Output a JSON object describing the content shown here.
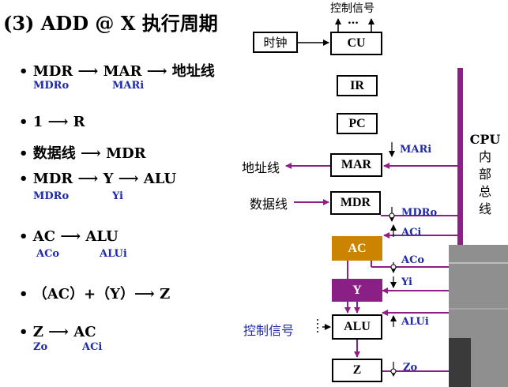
{
  "title": "(3) ADD @ X  执行周期",
  "steps": [
    {
      "text": "• MDR ⟶ MAR ⟶  地址线",
      "signals": [
        "MDRo",
        "MARi"
      ]
    },
    {
      "text": "• 1 ⟶ R",
      "signals": []
    },
    {
      "text": "• 数据线 ⟶ MDR",
      "signals": []
    },
    {
      "text": "• MDR ⟶ Y ⟶ ALU",
      "signals": [
        "MDRo",
        "Yi"
      ]
    },
    {
      "text": "• AC ⟶ ALU",
      "signals": [
        "ACo",
        "ALUi"
      ]
    },
    {
      "text": "• （AC）+（Y）⟶ Z",
      "signals": []
    },
    {
      "text": "• Z ⟶ AC",
      "signals": [
        "Zo",
        "ACi"
      ]
    }
  ],
  "diagram": {
    "top_label": "控制信号",
    "top_ellipsis": "…",
    "clock": "时钟",
    "registers": {
      "cu": "CU",
      "ir": "IR",
      "pc": "PC",
      "mar": "MAR",
      "mdr": "MDR",
      "ac": "AC",
      "y": "Y",
      "alu": "ALU",
      "z": "Z"
    },
    "address_bus": "地址线",
    "data_bus": "数据线",
    "control_label": "控制信号",
    "signals": {
      "mar_i": "MARi",
      "mdr_o": "MDRo",
      "ac_i": "ACi",
      "ac_o": "ACo",
      "y_i": "Yi",
      "alu_i": "ALUi",
      "z_o": "Zo"
    },
    "cpu_bus_label": [
      "CPU",
      "内",
      "部",
      "总",
      "线"
    ],
    "colors": {
      "bus": "#8e1f86",
      "signal_text": "#1f2aa8",
      "ac_fill": "#cc8400",
      "y_fill": "#8a1f86"
    }
  }
}
